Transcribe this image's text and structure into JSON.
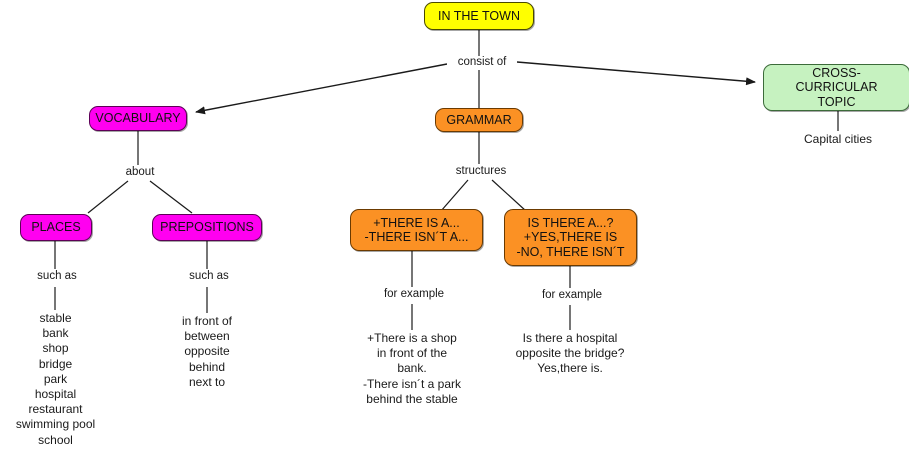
{
  "diagram": {
    "type": "concept-map",
    "title": "IN THE TOWN",
    "background": "#ffffff",
    "colors": {
      "root": "#ffff00",
      "cross_curricular": "#c6f2c0",
      "vocabulary": "#ff00f0",
      "grammar": "#fb9124",
      "edge": "#1a1a1a"
    },
    "nodes": {
      "root": {
        "label": "IN THE TOWN"
      },
      "cross_curricular": {
        "label": "CROSS-CURRICULAR\nTOPIC"
      },
      "vocabulary": {
        "label": "VOCABULARY"
      },
      "grammar": {
        "label": "GRAMMAR"
      },
      "places": {
        "label": "PLACES"
      },
      "prepositions": {
        "label": "PREPOSITIONS"
      },
      "there_is_statement": {
        "label": "+THERE IS A...\n-THERE ISN´T A..."
      },
      "there_is_question": {
        "label": "IS THERE A...?\n+YES,THERE IS\n-NO, THERE ISN´T"
      }
    },
    "link_labels": {
      "consist_of": "consist of",
      "about": "about",
      "structures": "structures",
      "such_as_places": "such as",
      "such_as_prepositions": "such as",
      "for_example_statement": "for example",
      "for_example_question": "for example"
    },
    "leaves": {
      "capital_cities": "Capital cities",
      "places_list": "stable\nbank\nshop\nbridge\npark\nhospital\nrestaurant\nswimming pool\nschool",
      "prepositions_list": "in front of\nbetween\nopposite\nbehind\nnext to",
      "example_statement": "+There is a shop\nin front of the\nbank.\n-There isn´t a park\nbehind the stable",
      "example_question": "Is there a hospital\nopposite the bridge?\nYes,there is."
    }
  }
}
